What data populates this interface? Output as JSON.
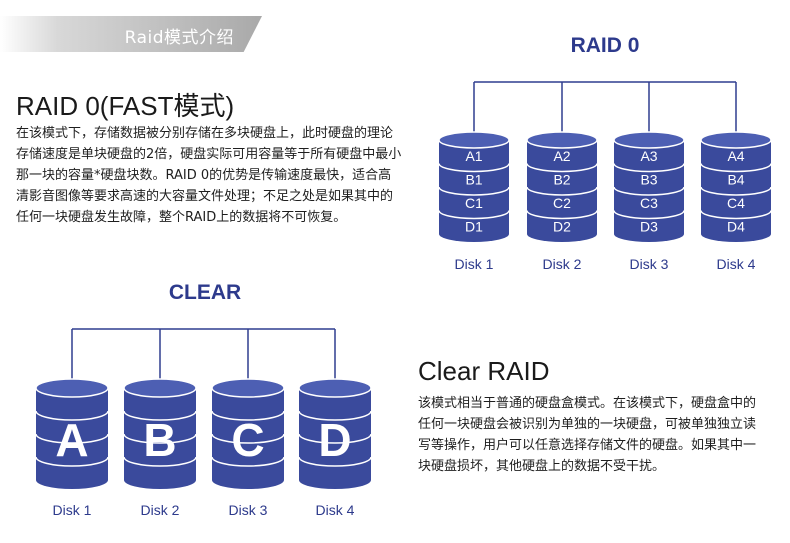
{
  "banner": {
    "label": "Raid模式介绍"
  },
  "raid0": {
    "heading": "RAID 0(FAST模式)",
    "description": "在该模式下，存储数据被分别存储在多块硬盘上，此时硬盘的理论存储速度是单块硬盘的2倍，硬盘实际可用容量等于所有硬盘中最小那一块的容量*硬盘块数。RAID 0的优势是传输速度最快，适合高清影音图像等要求高速的大容量文件处理；不足之处是如果其中的任何一块硬盘发生故障，整个RAID上的数据将不可恢复。",
    "diagram_title": "RAID 0",
    "disks": [
      {
        "label": "Disk 1",
        "blocks": [
          "A1",
          "B1",
          "C1",
          "D1"
        ]
      },
      {
        "label": "Disk 2",
        "blocks": [
          "A2",
          "B2",
          "C2",
          "D2"
        ]
      },
      {
        "label": "Disk 3",
        "blocks": [
          "A3",
          "B3",
          "C3",
          "D3"
        ]
      },
      {
        "label": "Disk 4",
        "blocks": [
          "A4",
          "B4",
          "C4",
          "D4"
        ]
      }
    ]
  },
  "clear": {
    "heading": "Clear RAID",
    "description": "该模式相当于普通的硬盘盒模式。在该模式下，硬盘盒中的任何一块硬盘会被识别为单独的一块硬盘，可被单独独立读写等操作，用户可以任意选择存储文件的硬盘。如果其中一块硬盘损坏，其他硬盘上的数据不受干扰。",
    "diagram_title": "CLEAR",
    "disks": [
      {
        "label": "Disk 1",
        "letter": "A"
      },
      {
        "label": "Disk 2",
        "letter": "B"
      },
      {
        "label": "Disk 3",
        "letter": "C"
      },
      {
        "label": "Disk 4",
        "letter": "D"
      }
    ]
  },
  "colors": {
    "disk_fill": "#3a4a9c",
    "disk_top": "#4d5fb3",
    "disk_stroke": "#ffffff",
    "line": "#2f3d8f",
    "title_blue": "#2d3a8c"
  }
}
